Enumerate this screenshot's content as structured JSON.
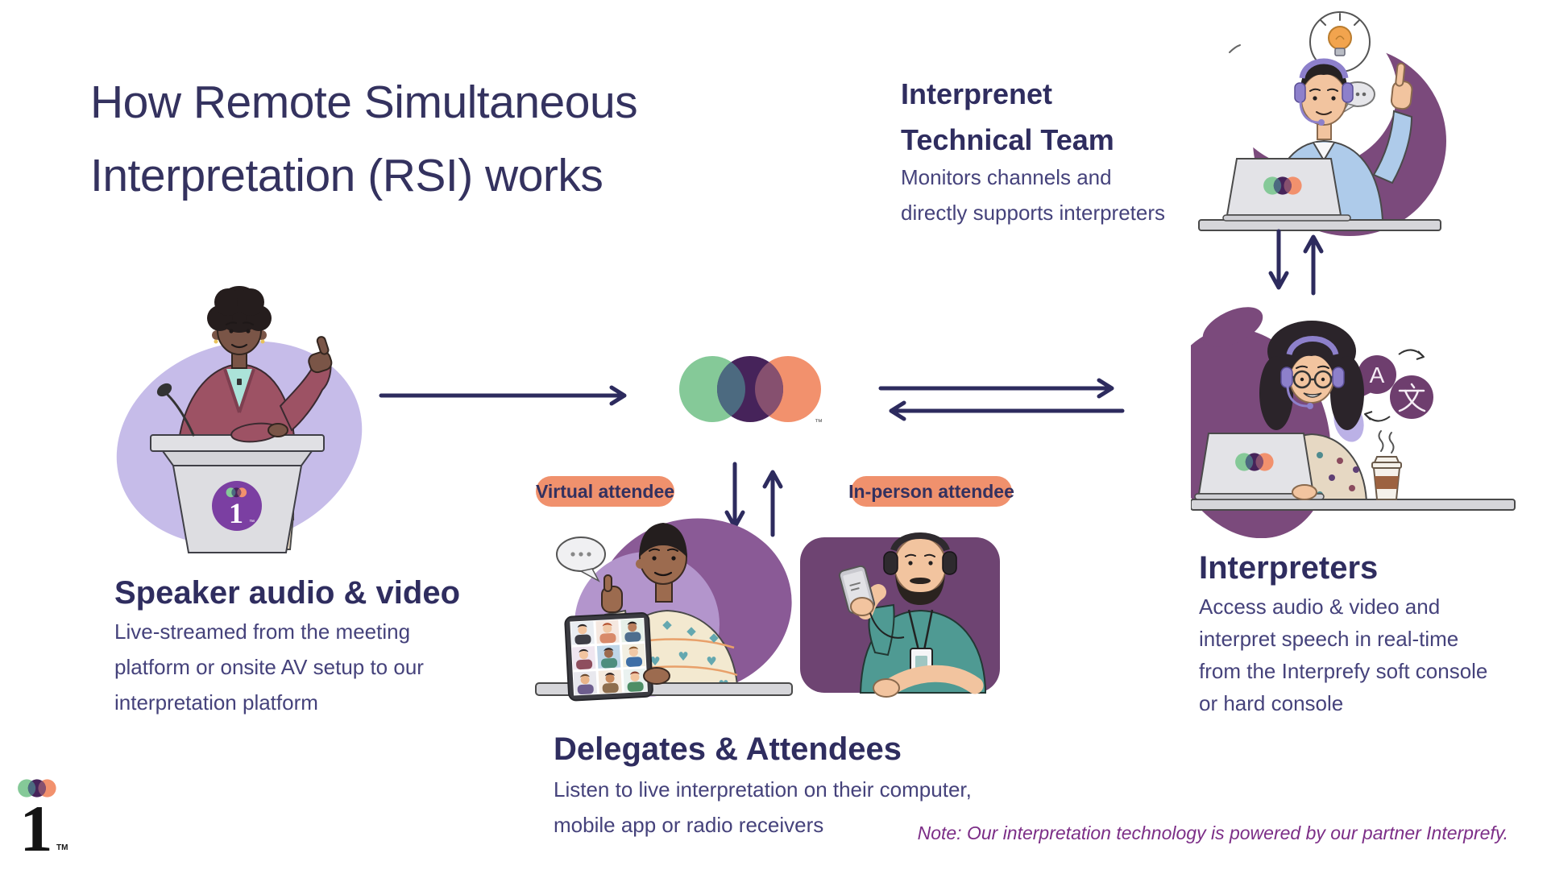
{
  "title": {
    "lines": [
      "How Remote Simultaneous",
      "Interpretation (RSI) works"
    ]
  },
  "sections": {
    "technical_team": {
      "heading_lines": [
        "Interprenet",
        "Technical Team"
      ],
      "body_lines": [
        "Monitors channels and",
        "directly supports interpreters"
      ]
    },
    "speaker": {
      "heading": "Speaker audio & video",
      "body_lines": [
        "Live-streamed from the meeting",
        "platform or onsite AV setup to our",
        "interpretation platform"
      ]
    },
    "delegates": {
      "heading": "Delegates & Attendees",
      "body_lines": [
        "Listen to live interpretation on their computer,",
        "mobile app or radio receivers"
      ]
    },
    "interpreters": {
      "heading": "Interpreters",
      "body_lines": [
        "Access audio & video and",
        "interpret speech in real-time",
        "from the Interprefy soft console",
        "or hard console"
      ]
    }
  },
  "badges": {
    "virtual": "Virtual attendee",
    "in_person": "In-person attendee"
  },
  "note": "Note: Our interpretation technology is powered by our partner Interprefy.",
  "logos": {
    "center_trademark": "™",
    "podium_glyph": "1",
    "podium_trademark": "™",
    "footer_glyph": "1",
    "footer_trademark": "TM"
  },
  "translation_icon": {
    "latin": "A",
    "cjk": "文"
  },
  "colors": {
    "heading_navy": "#2F2D5F",
    "body_navy": "#45427B",
    "arrow_navy": "#2D2B5E",
    "badge_salmon": "#F0916D",
    "note_purple": "#7C2E87",
    "logo_green": "#85C998",
    "logo_purple": "#46235A",
    "logo_salmon": "#F2916D",
    "overlap_slate": "#4C6A80",
    "overlap_mauve": "#86506F",
    "blob_plum": "#7B4A7C",
    "blob_lavender": "#C6BCE9"
  }
}
